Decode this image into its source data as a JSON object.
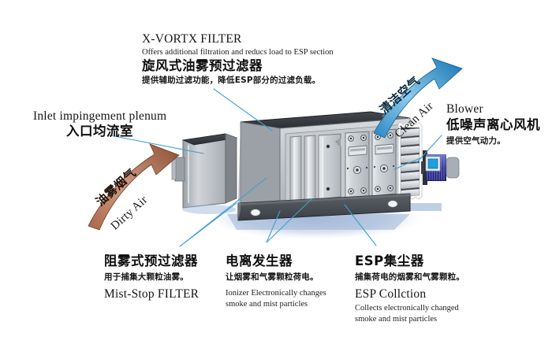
{
  "diagram": {
    "title_note": "Industrial oil mist / smoke electrostatic air cleaner cutaway diagram",
    "background_color": "#ffffff",
    "leader_line_color": "#3f9fd0"
  },
  "callouts": {
    "vortx": {
      "en_title": "X-VORTX FILTER",
      "en_desc": "Offers additional filtration and reducs load to ESP section",
      "cn_title": "旋风式油雾预过滤器",
      "cn_desc": "提供辅助过滤功能，降低ESP部分的过滤负载。"
    },
    "inlet": {
      "en_title": "Inlet impingement plenum",
      "cn_title": "入口均流室"
    },
    "blower": {
      "en_title": "Blower",
      "cn_title": "低噪声离心风机",
      "cn_desc": "提供空气动力。"
    },
    "mist_stop": {
      "cn_title": "阻雾式预过滤器",
      "cn_desc": "用于捕集大颗粒油雾。",
      "en_title": "Mist-Stop FILTER"
    },
    "ionizer": {
      "cn_title": "电离发生器",
      "cn_desc": "让烟雾和气雾颗粒荷电。",
      "en_desc_line1": "Ionizer Electronically changes",
      "en_desc_line2": "smoke and mist particles"
    },
    "esp": {
      "cn_title": "ESP集尘器",
      "cn_desc": "捕集荷电的烟雾和气雾颗粒。",
      "en_title": "ESP Collction",
      "en_desc_line1": "Collects electronically changed",
      "en_desc_line2": "smoke and mist particles"
    }
  },
  "arrows": {
    "dirty": {
      "cn_label": "油雾烟气",
      "en_label": "Dirty Air",
      "color_light": "#c8927a",
      "color_dark": "#8d4f33",
      "direction": "up-right"
    },
    "clean": {
      "cn_label": "清洁空气",
      "en_label": "Clean Air",
      "color_light": "#7fc3e8",
      "color_dark": "#1b7fc0",
      "direction": "up-right"
    }
  },
  "machine": {
    "name": "electrostatic-precipitator-unit",
    "body_color": "#c2c7cc",
    "top_color": "#3b3f44",
    "base_color": "#4c5257",
    "shadow_color": "#aebfdc",
    "sections": [
      {
        "name": "mist-stop-filter-slots",
        "count": 2
      },
      {
        "name": "vortx-filter-panel",
        "count": 1
      },
      {
        "name": "esp-cell-modules",
        "count": 2,
        "bolts_per_cell": 6
      },
      {
        "name": "blower-louver-panel",
        "count": 1,
        "blades": 8
      }
    ],
    "feet": 2,
    "motor": {
      "name": "blower-motor",
      "terminal_box_color": "#1d9fe0",
      "housing_color": "#3a3ea8"
    },
    "inlet_plenum": {
      "name": "inlet-impingement-plenum",
      "body_color": "#b9bec4",
      "top_color": "#3b3f44"
    }
  }
}
